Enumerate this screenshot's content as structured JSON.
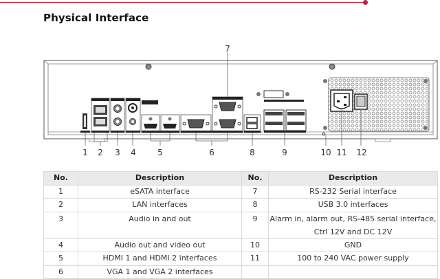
{
  "page": {
    "title": "Physical Interface",
    "accent_color": "#b0273e"
  },
  "diagram": {
    "callouts": [
      "1",
      "2",
      "3",
      "4",
      "5",
      "6",
      "7",
      "8",
      "9",
      "10",
      "11",
      "12"
    ]
  },
  "table": {
    "headers": [
      "No.",
      "Description",
      "No.",
      "Description"
    ],
    "rows": [
      {
        "no_left": "1",
        "desc_left": "eSATA interface",
        "no_right": "7",
        "desc_right": "RS-232 Serial interface"
      },
      {
        "no_left": "2",
        "desc_left": "LAN interfaces",
        "no_right": "8",
        "desc_right": "USB 3.0 interfaces"
      },
      {
        "no_left": "3",
        "desc_left": "Audio in and out",
        "no_right": "9",
        "desc_right": "Alarm in, alarm out, RS-485 serial interface,",
        "desc_right_line2": "Ctrl 12V and DC 12V"
      },
      {
        "no_left": "4",
        "desc_left": "Audio out and video out",
        "no_right": "10",
        "desc_right": "GND"
      },
      {
        "no_left": "5",
        "desc_left": "HDMI 1 and HDMI 2 interfaces",
        "no_right": "11",
        "desc_right": "100 to 240 VAC power supply"
      },
      {
        "no_left": "6",
        "desc_left": "VGA 1 and VGA 2 interfaces",
        "no_right": "",
        "desc_right": ""
      }
    ]
  }
}
